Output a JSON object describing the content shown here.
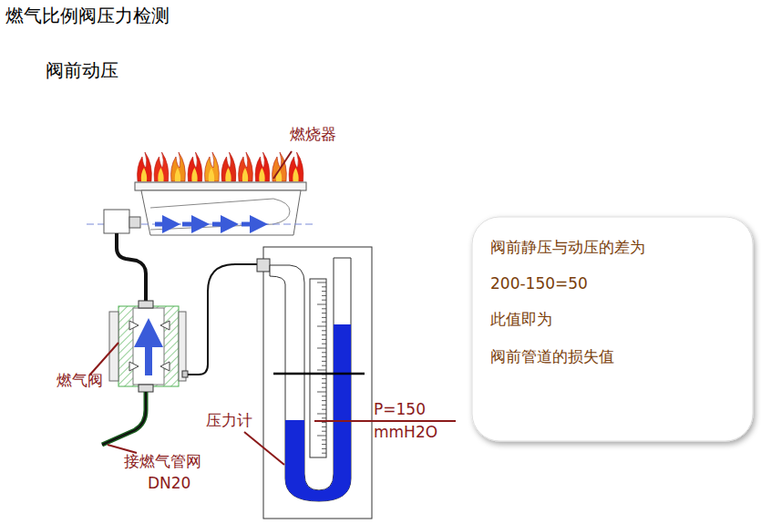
{
  "diagram": {
    "title": "燃气比例阀压力检测",
    "nodes": [
      {
        "text": [
          "阀前静压与动压的差为",
          "200-150=50",
          "此值即为",
          "阀前管道的损失值"
        ]
      }
    ],
    "labels": [
      "阀前动压",
      "燃烧器",
      "燃气阀",
      "压力计",
      "接燃气管网",
      "DN20",
      "P=150",
      "mmH2O"
    ]
  }
}
